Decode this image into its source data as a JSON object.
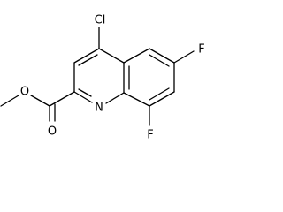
{
  "diagram": {
    "type": "chemical-structure",
    "atom_labels": {
      "chlorine": "Cl",
      "fluorine_upper": "F",
      "fluorine_lower": "F",
      "nitrogen": "N",
      "oxygen_carbonyl": "O",
      "oxygen_ester": "O"
    }
  }
}
